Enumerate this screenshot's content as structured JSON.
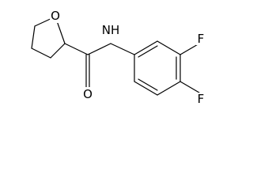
{
  "structure": {
    "atoms": [
      {
        "symbol": "O",
        "label": "O"
      },
      {
        "symbol": "O",
        "label": "O"
      },
      {
        "symbol": "N",
        "label": "NH"
      },
      {
        "symbol": "F",
        "label": "F"
      },
      {
        "symbol": "F",
        "label": "F"
      }
    ]
  }
}
